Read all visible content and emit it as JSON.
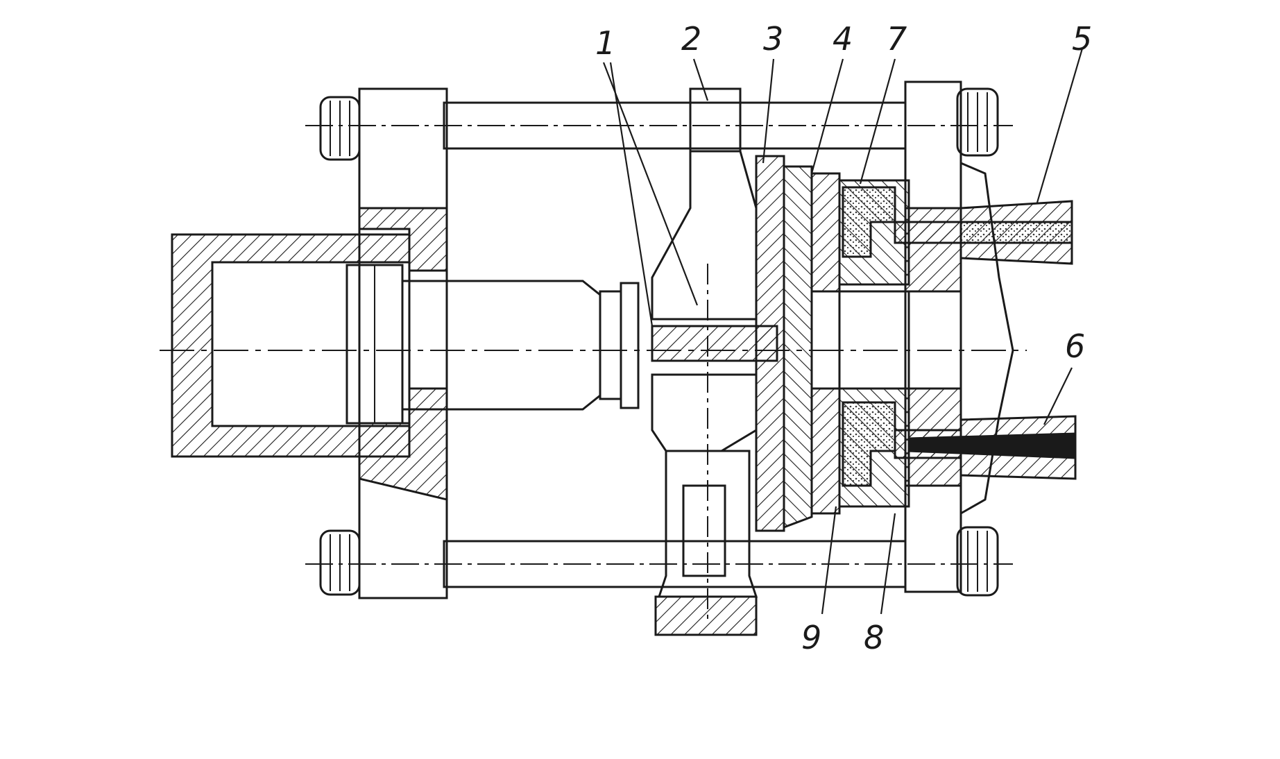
{
  "diagram": {
    "callouts": [
      {
        "id": "c1",
        "label": "1"
      },
      {
        "id": "c2",
        "label": "2"
      },
      {
        "id": "c3",
        "label": "3"
      },
      {
        "id": "c4",
        "label": "4"
      },
      {
        "id": "c7",
        "label": "7"
      },
      {
        "id": "c5",
        "label": "5"
      },
      {
        "id": "c6",
        "label": "6"
      },
      {
        "id": "c9",
        "label": "9"
      },
      {
        "id": "c8",
        "label": "8"
      }
    ],
    "colors": {
      "ink": "#1a1a1a",
      "paper": "#ffffff",
      "stipple": "#3a3a3a"
    }
  }
}
